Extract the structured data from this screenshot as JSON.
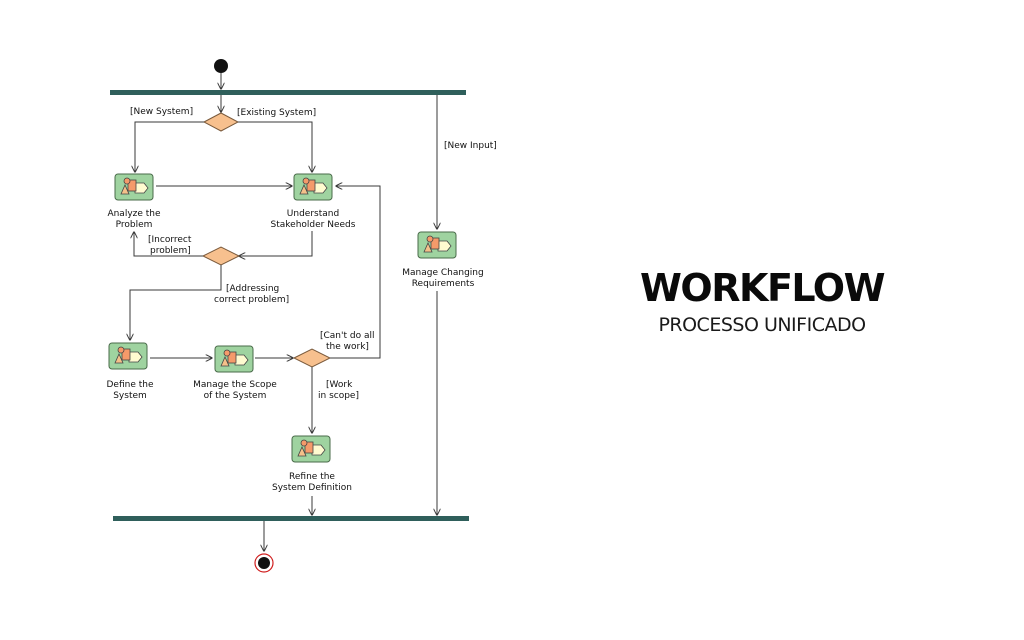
{
  "title": {
    "main": "WORKFLOW",
    "subtitle": "PROCESSO UNIFICADO"
  },
  "activities": {
    "analyze": [
      "Analyze the",
      "Problem"
    ],
    "understand": [
      "Understand",
      "Stakeholder Needs"
    ],
    "manage_changing": [
      "Manage Changing",
      "Requirements"
    ],
    "define": [
      "Define the",
      "System"
    ],
    "manage_scope": [
      "Manage the Scope",
      "of the System"
    ],
    "refine": [
      "Refine the",
      "System Definition"
    ]
  },
  "guards": {
    "new_system": "[New System]",
    "existing_system": "[Existing System]",
    "new_input": "[New Input]",
    "incorrect_problem": [
      "[Incorrect",
      "problem]"
    ],
    "addressing": [
      "[Addressing",
      "correct problem]"
    ],
    "cant_do_all": [
      "[Can't do all",
      "the work]"
    ],
    "work_in_scope": [
      "[Work",
      "in scope]"
    ]
  },
  "colors": {
    "sync_bar": "#2f5f5b",
    "decision": "#f7c08e",
    "activity": "#9fd3a0",
    "final_ring": "#d02020"
  }
}
